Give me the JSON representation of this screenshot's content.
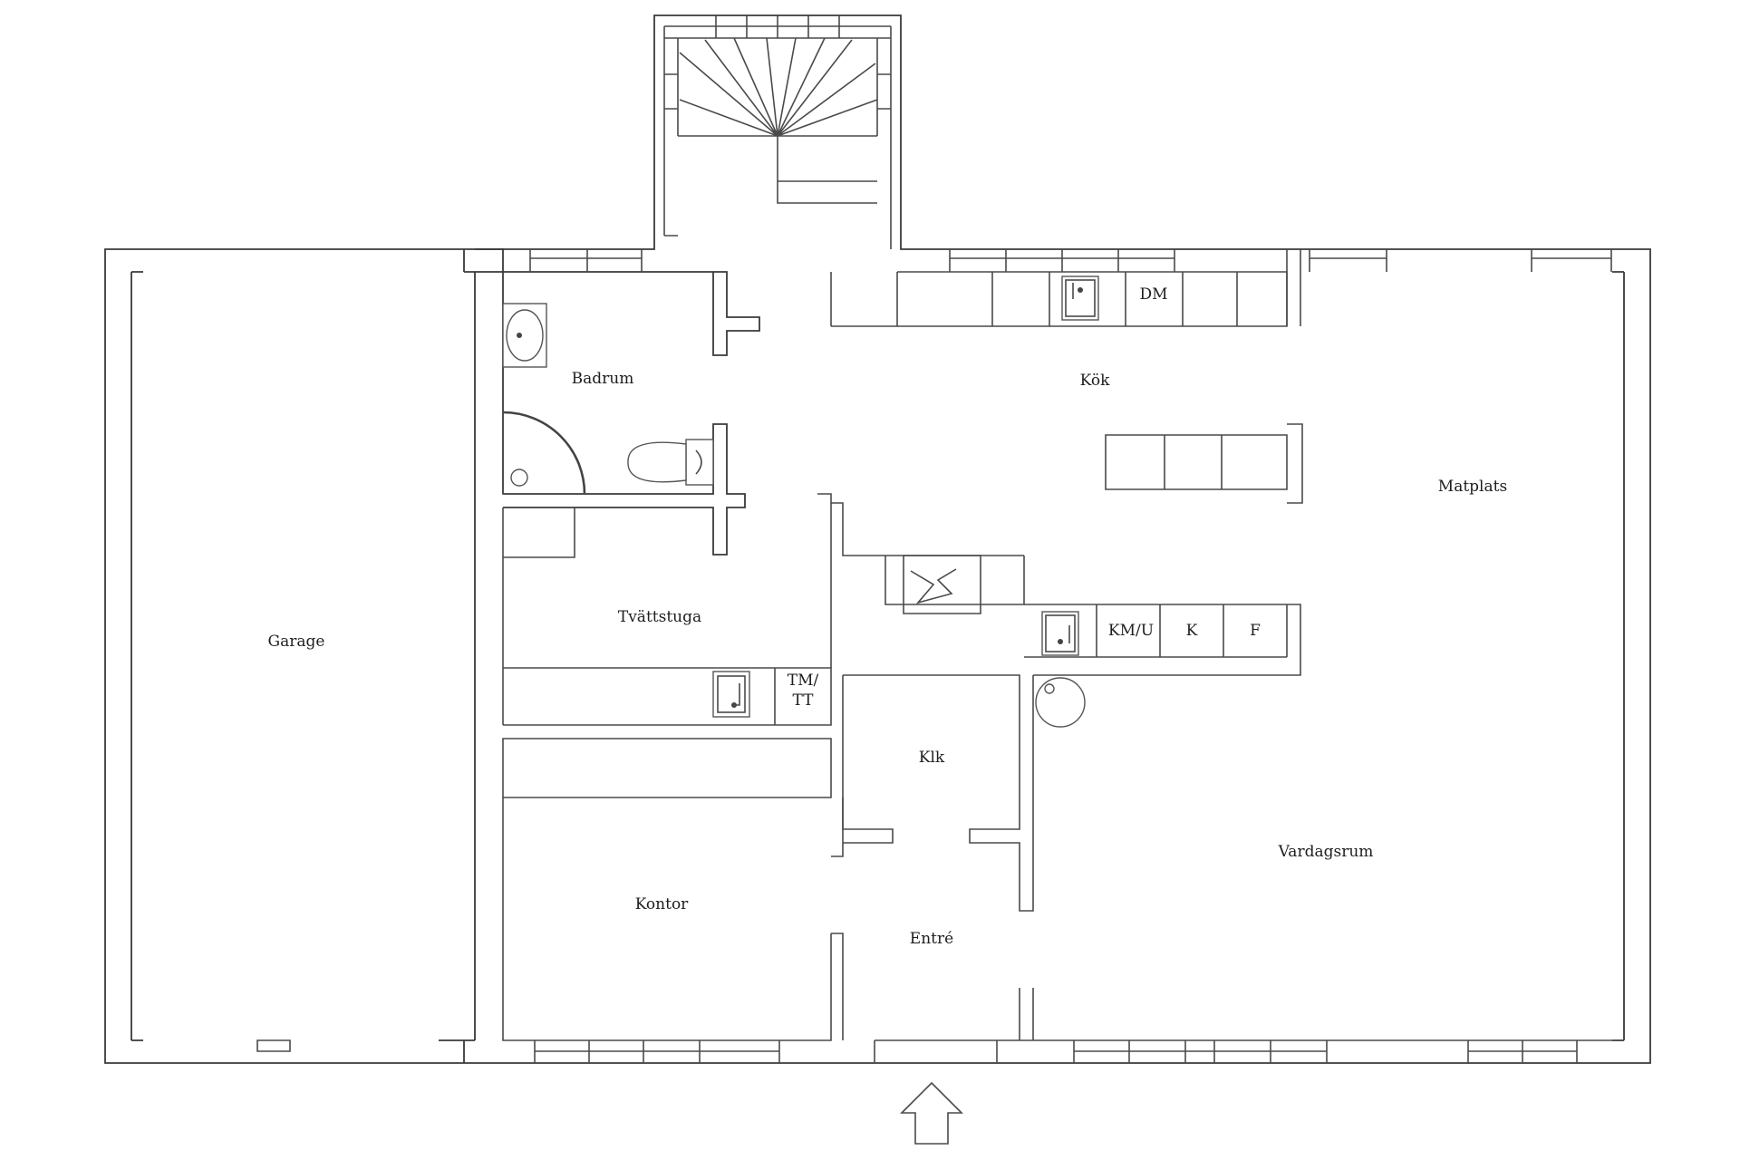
{
  "plan": {
    "rooms": {
      "garage": "Garage",
      "badrum": "Badrum",
      "tvattstuga": "Tvättstuga",
      "kontor": "Kontor",
      "entre": "Entré",
      "klk": "Klk",
      "kok": "Kök",
      "matplats": "Matplats",
      "vardagsrum": "Vardagsrum"
    },
    "appliances": {
      "dm": "DM",
      "kmu": "KM/U",
      "k": "K",
      "f": "F",
      "tm": "TM/",
      "tt": "TT"
    },
    "entrance_direction": "up"
  }
}
